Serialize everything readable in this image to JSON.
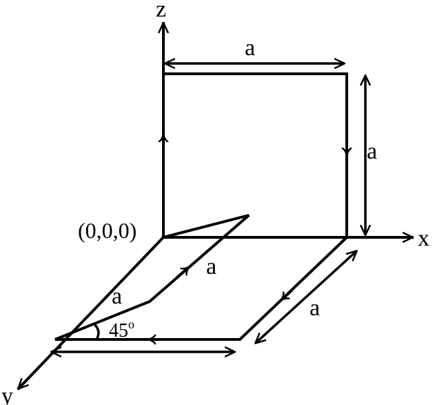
{
  "axes": {
    "x": "x",
    "y": "y",
    "z": "z"
  },
  "origin_label": "(0,0,0)",
  "side_labels": {
    "top": "a",
    "right": "a",
    "slanted_upper": "a",
    "slanted_lower": "a",
    "bottom_diagonal": "a"
  },
  "angle_label": "45",
  "angle_degree_mark": "o",
  "colors": {
    "stroke": "#000000",
    "background": "#ffffff"
  }
}
